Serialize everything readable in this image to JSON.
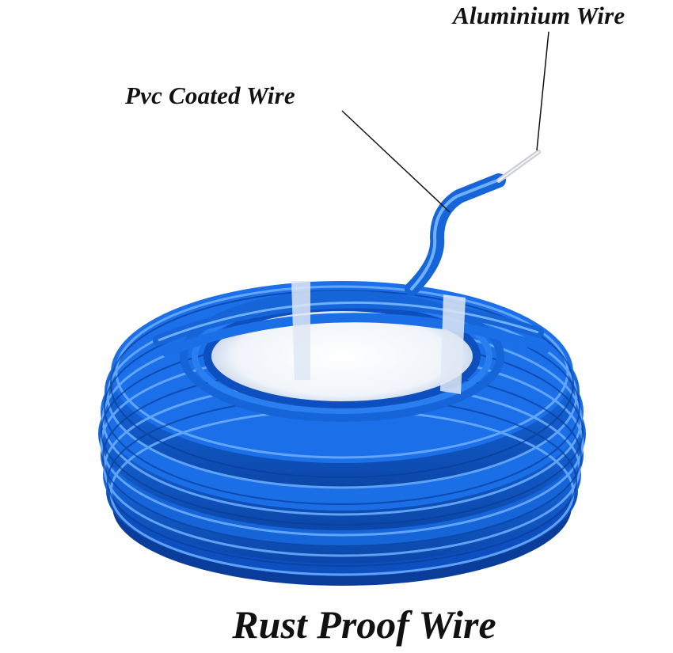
{
  "labels": {
    "aluminium_wire": "Aluminium Wire",
    "pvc_coated_wire": "Pvc Coated Wire"
  },
  "caption": "Rust Proof Wire",
  "icons": {
    "product": "wire-coil-icon"
  },
  "colors": {
    "wire_blue": "#1565d8",
    "wire_highlight": "#6fb0ff",
    "wire_shadow": "#0a3d99",
    "core_metal": "#c9ccd2",
    "leader_line": "#111111",
    "background": "#ffffff"
  }
}
